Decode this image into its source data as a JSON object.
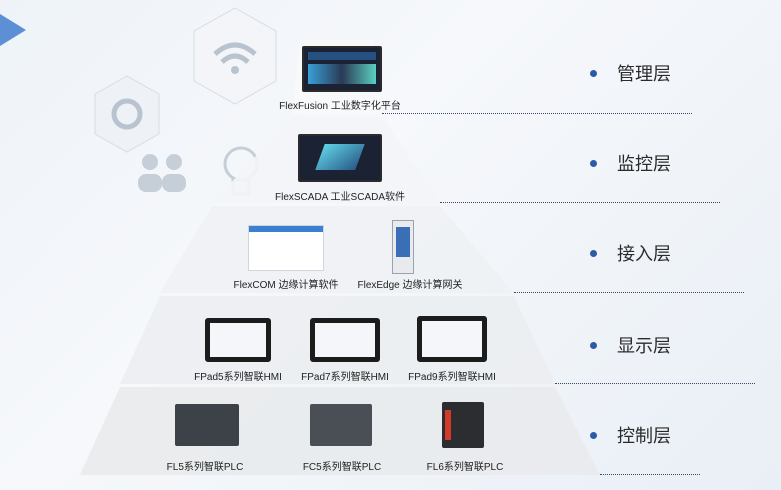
{
  "layers": [
    {
      "label": "管理层"
    },
    {
      "label": "监控层"
    },
    {
      "label": "接入层"
    },
    {
      "label": "显示层"
    },
    {
      "label": "控制层"
    }
  ],
  "products": {
    "flexfusion": "FlexFusion 工业数字化平台",
    "flexscada": "FlexSCADA 工业SCADA软件",
    "flexcom": "FlexCOM 边缘计算软件",
    "flexedge": "FlexEdge 边缘计算网关",
    "fpad5": "FPad5系列智联HMI",
    "fpad7": "FPad7系列智联HMI",
    "fpad9": "FPad9系列智联HMI",
    "fl5": "FL5系列智联PLC",
    "fc5": "FC5系列智联PLC",
    "fl6": "FL6系列智联PLC"
  },
  "colors": {
    "dot": "#2d5aa6",
    "accent": "#5c8fd6"
  },
  "icons": [
    "wifi-icon",
    "gear-icon",
    "users-icon",
    "bulb-icon"
  ]
}
